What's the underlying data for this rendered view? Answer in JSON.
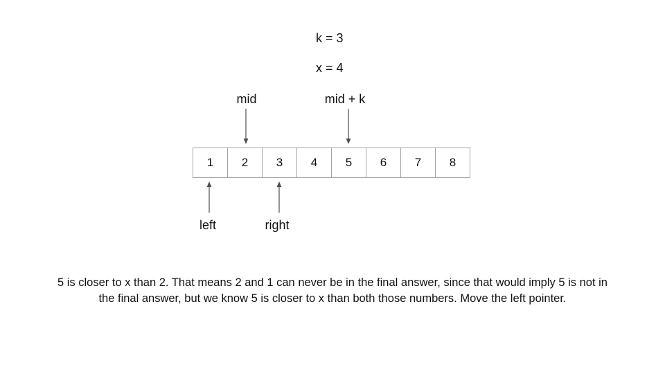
{
  "colors": {
    "background": "#ffffff",
    "text": "#111111",
    "arrow": "#4d4d4d",
    "cell_border": "#a3a3a3"
  },
  "params": {
    "k": "k = 3",
    "x": "x = 4"
  },
  "pointers": {
    "mid": "mid",
    "mid_plus_k": "mid + k",
    "left": "left",
    "right": "right"
  },
  "array": {
    "cells": [
      "1",
      "2",
      "3",
      "4",
      "5",
      "6",
      "7",
      "8"
    ]
  },
  "caption": {
    "lines": [
      "5 is closer to x than 2. That means 2 and 1 can never be in the final answer, since that would imply 5 is not in",
      "the final answer, but we know 5 is closer to x than both those numbers. Move the left pointer."
    ]
  }
}
